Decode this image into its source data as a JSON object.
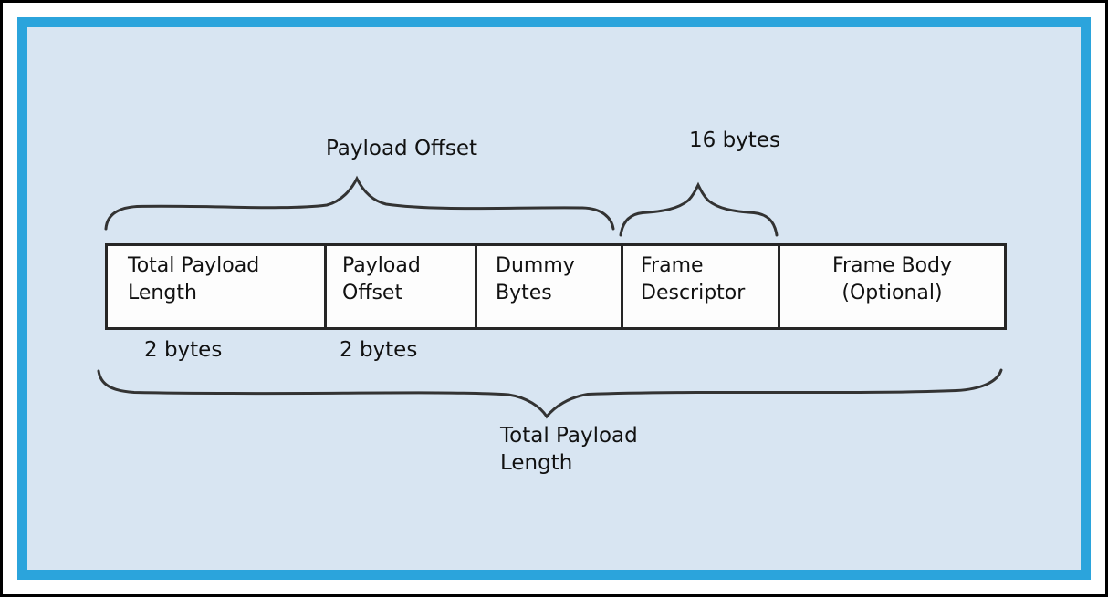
{
  "diagram": {
    "fields": [
      {
        "label": "Total Payload\nLength"
      },
      {
        "label": "Payload\nOffset"
      },
      {
        "label": "Dummy\nBytes"
      },
      {
        "label": "Frame\nDescriptor"
      },
      {
        "label": "Frame Body\n(Optional)"
      }
    ],
    "annotations": {
      "payload_offset": "Payload Offset",
      "frame_descriptor_size": "16 bytes",
      "field1_size": "2 bytes",
      "field2_size": "2 bytes",
      "total_payload_length": "Total Payload\nLength"
    }
  },
  "colors": {
    "outer_border": "#000000",
    "accent_border": "#2ba4dc",
    "canvas_bg": "#d8e5f2",
    "box_fill": "#fdfdfd",
    "box_border": "#262626",
    "line": "#333333",
    "text": "#111111"
  }
}
